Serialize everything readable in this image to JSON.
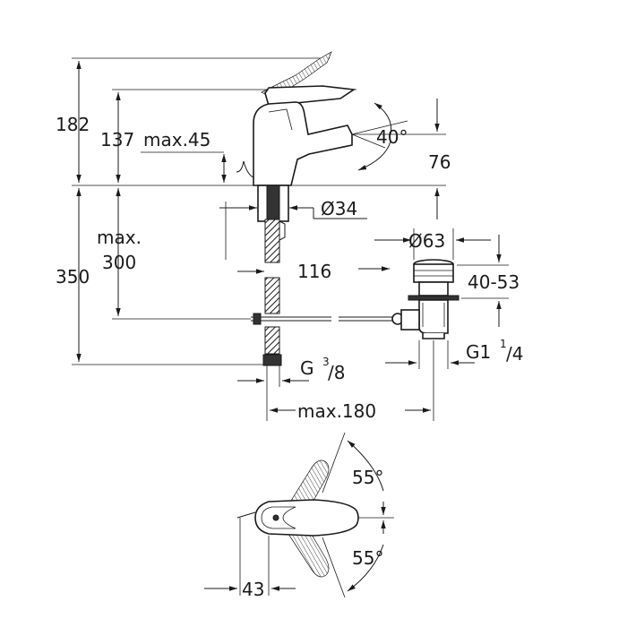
{
  "dimensions": {
    "overall_height": "182",
    "spout_height": "137",
    "lever_clearance": "max.45",
    "lever_angle": "40°",
    "spout_reach_height": "76",
    "hole_diameter": "Ø34",
    "deck_thickness_max": "max.",
    "deck_thickness_value": "300",
    "supply_length": "350",
    "spout_projection": "116",
    "waste_diameter": "Ø63",
    "waste_range": "40-53",
    "connection_main": "G",
    "connection_sup": "3",
    "connection_sub": "/8",
    "waste_thread_main": "G1",
    "waste_thread_sup": "1",
    "waste_thread_sub": "/4",
    "rod_length": "max.180",
    "top_angle_upper": "55°",
    "top_angle_lower": "55°",
    "top_offset": "43"
  },
  "colors": {
    "line": "#1a1a1a",
    "background": "#ffffff"
  }
}
